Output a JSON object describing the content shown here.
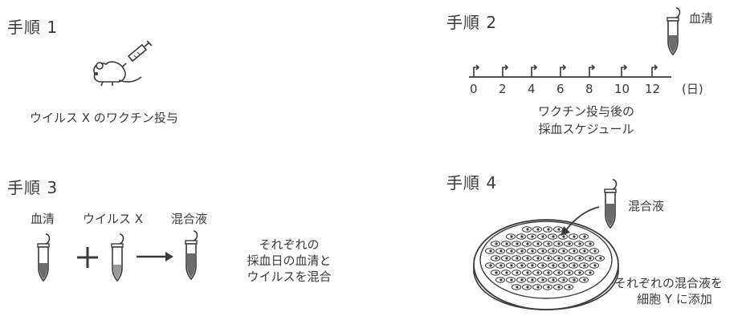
{
  "step1": {
    "title": "手順 1",
    "caption": "ウイルス X のワクチン投与"
  },
  "step2": {
    "title": "手順 2",
    "serum_label": "血清",
    "axis_ticks": [
      "0",
      "2",
      "4",
      "6",
      "8",
      "10",
      "12"
    ],
    "axis_unit": "(日)",
    "caption_line1": "ワクチン投与後の",
    "caption_line2": "採血スケジュール"
  },
  "step3": {
    "title": "手順 3",
    "label_serum": "血清",
    "label_virus": "ウイルス X",
    "label_mixture": "混合液",
    "note_line1": "それぞれの",
    "note_line2": "採血日の血清と",
    "note_line3": "ウイルスを混合"
  },
  "step4": {
    "title": "手順 4",
    "tube_label": "混合液",
    "note_line1": "それぞれの混合液を",
    "note_line2": "細胞 Y に添加"
  }
}
